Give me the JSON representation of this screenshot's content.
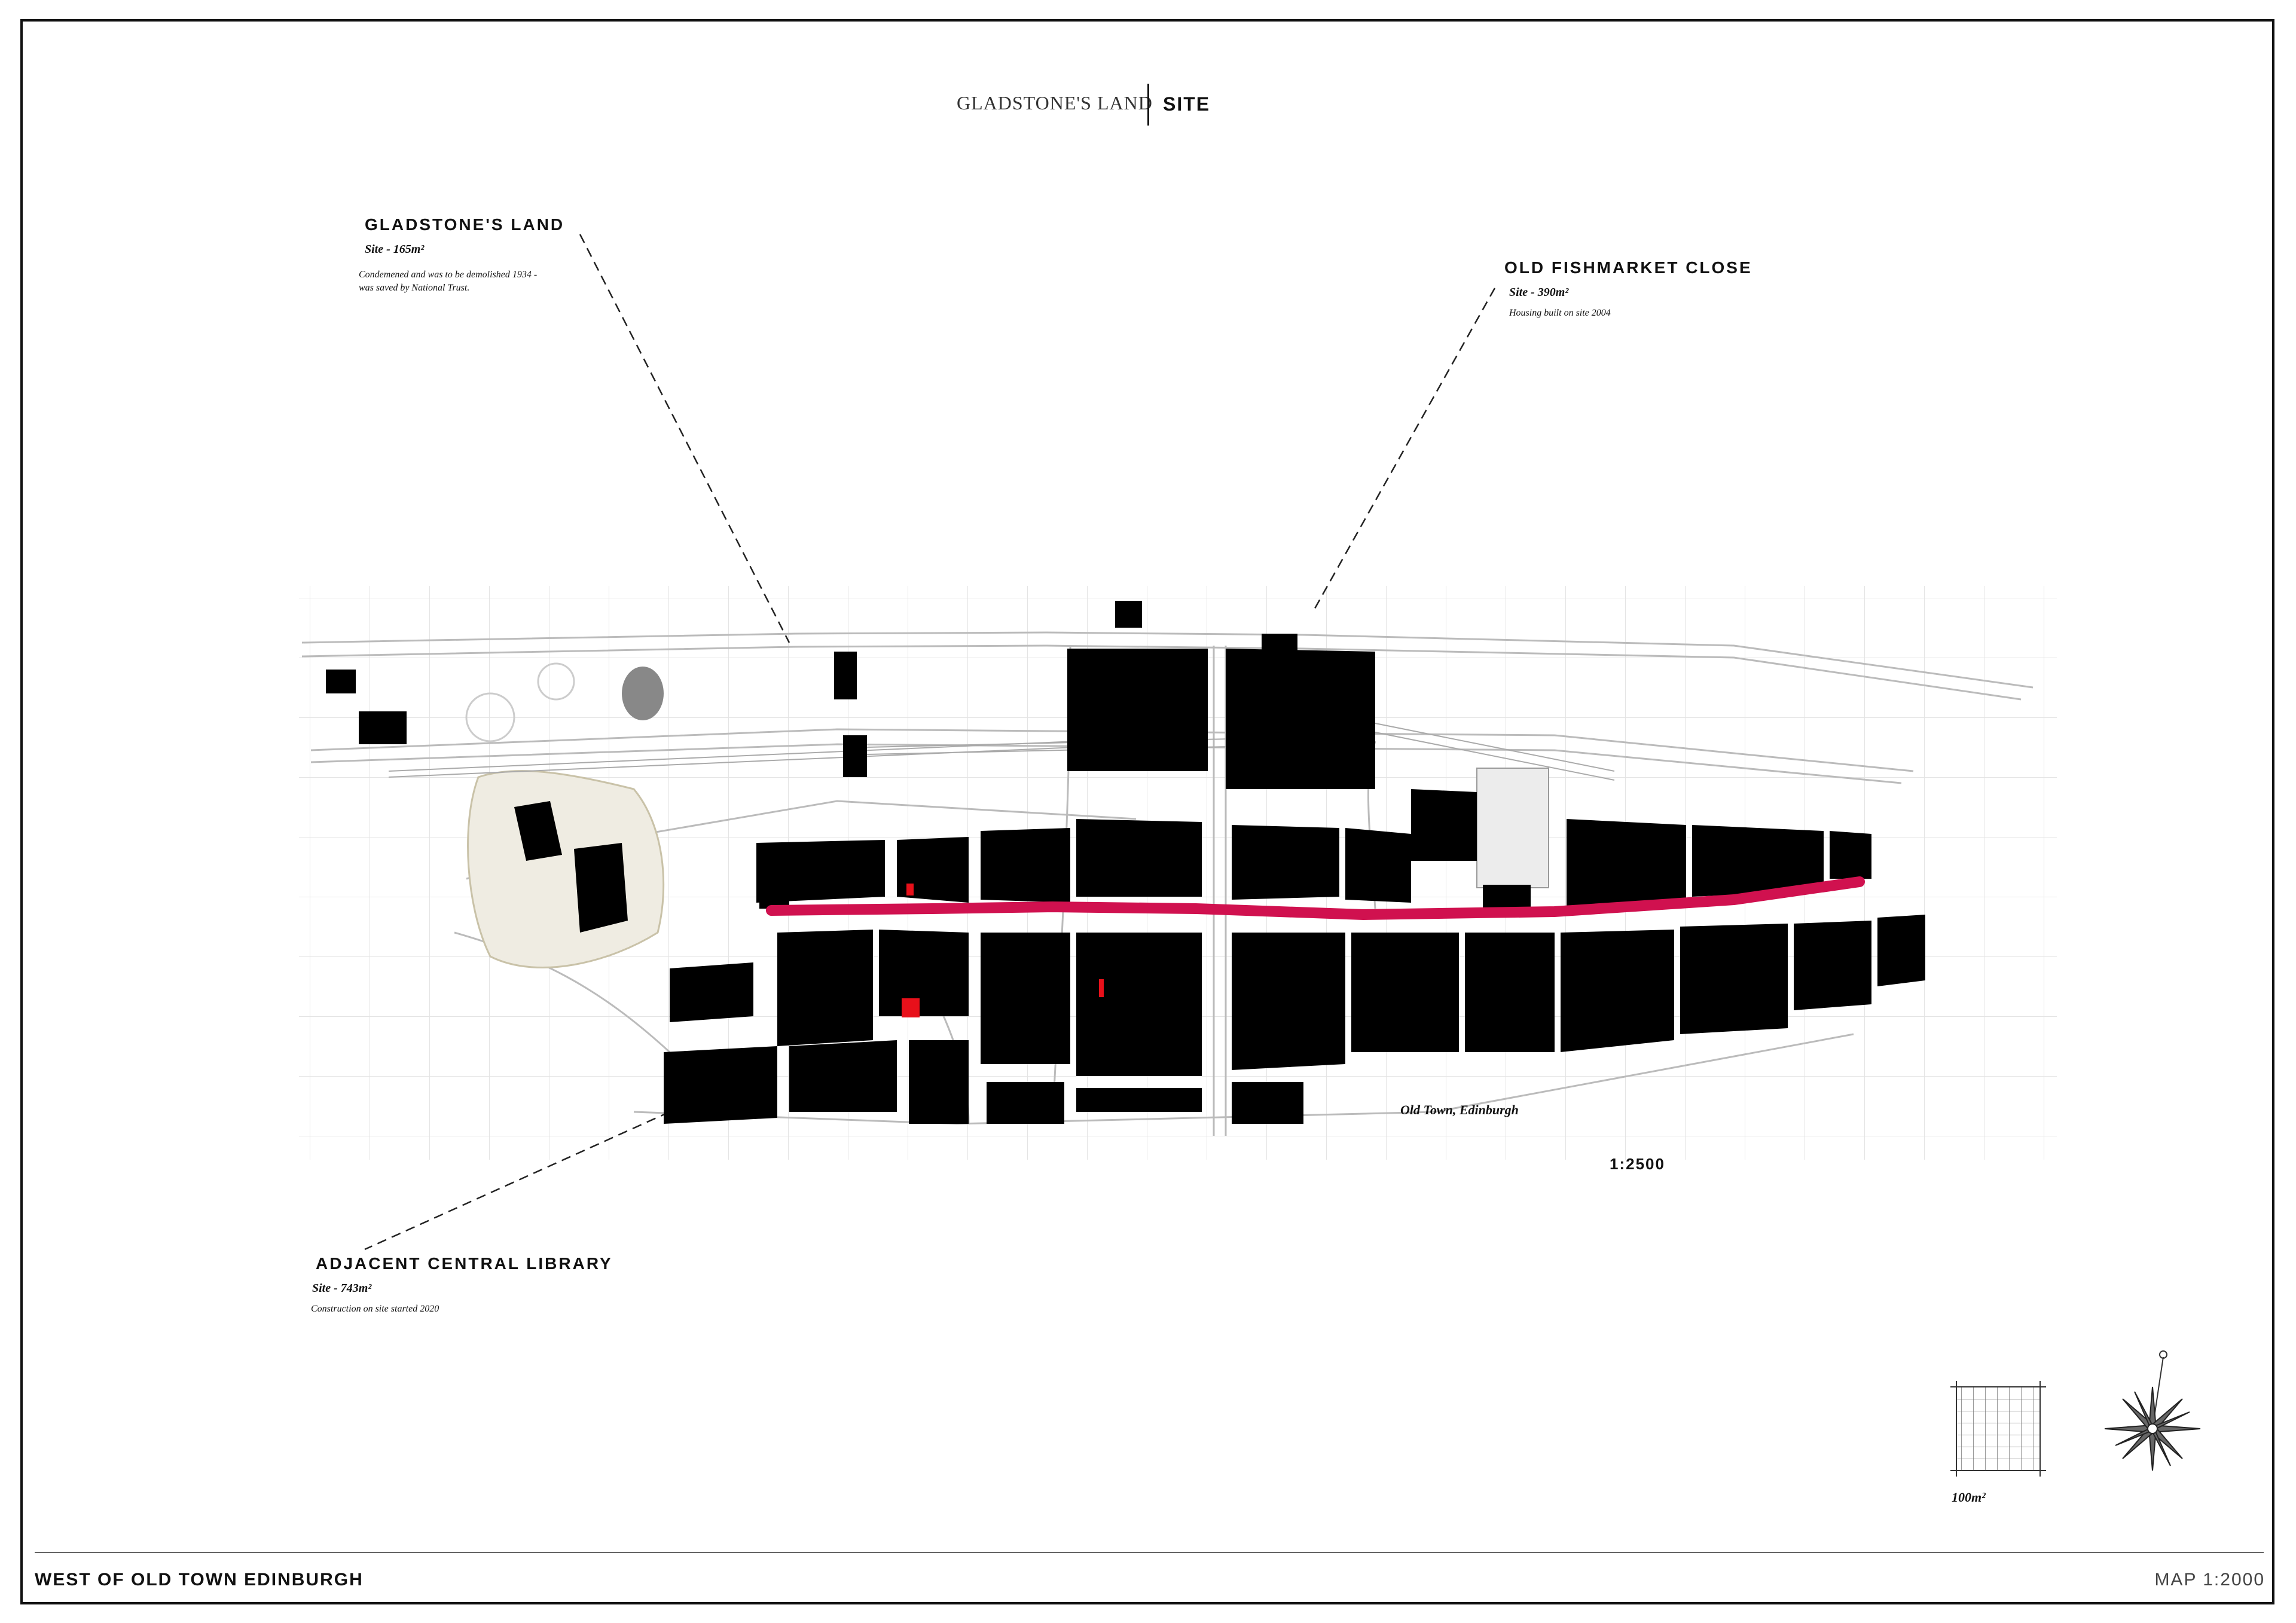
{
  "header": {
    "project": "GLADSTONE'S LAND",
    "section": "SITE"
  },
  "annotations": [
    {
      "title": "GLADSTONE'S LAND",
      "site": "Site - 165m²",
      "note_lines": [
        "Condemened and was to be demolished 1934 -",
        "was saved by National Trust."
      ]
    },
    {
      "title": "OLD FISHMARKET CLOSE",
      "site": "Site - 390m²",
      "note_lines": [
        "Housing built on site 2004"
      ]
    },
    {
      "title": "ADJACENT CENTRAL LIBRARY",
      "site": "Site - 743m²",
      "note_lines": [
        "Construction on site started 2020"
      ]
    }
  ],
  "map": {
    "area_label": "Old Town, Edinburgh",
    "scale_label": "1:2500",
    "colors": {
      "buildings": "#000000",
      "royal_mile": "#d0114f",
      "sites": "#e8101a",
      "streets": "#bbbbbb"
    }
  },
  "legend": {
    "grid_label": "100m²",
    "compass": "compass-rose-icon"
  },
  "footer": {
    "title": "WEST OF OLD TOWN EDINBURGH",
    "scale": "MAP 1:2000"
  }
}
